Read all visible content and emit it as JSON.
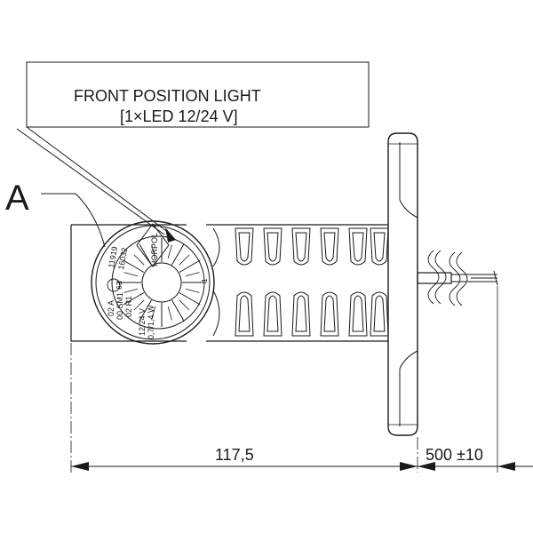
{
  "callout": {
    "title": "FRONT POSITION LIGHT",
    "subtitle": "[1×LED 12/24 V]"
  },
  "detail_label": "A",
  "dimensions": {
    "length": "117,5",
    "cable": "500 ±10"
  },
  "lens_marking": {
    "brand": "HORPOL",
    "arc_line_1": "11919",
    "arc_line_2": "16032",
    "approval_mark": "E9",
    "code_line_1": "02 A",
    "code_line_2": "00 SM1",
    "code_line_3": "02 R1",
    "voltage_line": "12/24 V",
    "power_line": "0,7/1,4 W",
    "number": "1"
  },
  "colors": {
    "line": "#1a1a1a",
    "background": "#ffffff"
  }
}
